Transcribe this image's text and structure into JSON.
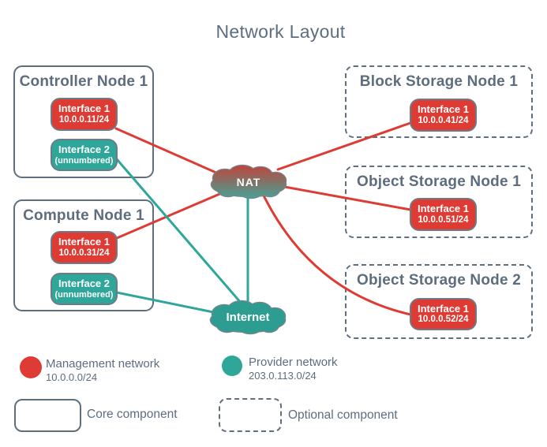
{
  "title": "Network Layout",
  "nodes": [
    {
      "title": "Controller Node 1",
      "type": "core",
      "interfaces": [
        {
          "label": "Interface 1",
          "address": "10.0.0.11/24",
          "network": "management"
        },
        {
          "label": "Interface 2",
          "address": "(unnumbered)",
          "network": "provider"
        }
      ]
    },
    {
      "title": "Compute Node 1",
      "type": "core",
      "interfaces": [
        {
          "label": "Interface 1",
          "address": "10.0.0.31/24",
          "network": "management"
        },
        {
          "label": "Interface 2",
          "address": "(unnumbered)",
          "network": "provider"
        }
      ]
    },
    {
      "title": "Block Storage Node 1",
      "type": "optional",
      "interfaces": [
        {
          "label": "Interface 1",
          "address": "10.0.0.41/24",
          "network": "management"
        }
      ]
    },
    {
      "title": "Object Storage Node 1",
      "type": "optional",
      "interfaces": [
        {
          "label": "Interface 1",
          "address": "10.0.0.51/24",
          "network": "management"
        }
      ]
    },
    {
      "title": "Object Storage Node 2",
      "type": "optional",
      "interfaces": [
        {
          "label": "Interface 1",
          "address": "10.0.0.52/24",
          "network": "management"
        }
      ]
    }
  ],
  "clouds": [
    {
      "label": "NAT"
    },
    {
      "label": "Internet"
    }
  ],
  "legend": {
    "management": {
      "label": "Management network",
      "cidr": "10.0.0.0/24",
      "color": "#dd3b33"
    },
    "provider": {
      "label": "Provider network",
      "cidr": "203.0.113.0/24",
      "color": "#2ea79a"
    },
    "core_label": "Core component",
    "optional_label": "Optional component"
  },
  "colors": {
    "management_line": "#dd3b33",
    "provider_line": "#2ea79a",
    "node_outline": "#5f6f7e",
    "cloud_outline": "#79838c",
    "nat_gradient_top": "#c2423a",
    "nat_gradient_bottom": "#47a195",
    "internet_fill": "#2d9d91",
    "text": "#5d6d7e"
  }
}
